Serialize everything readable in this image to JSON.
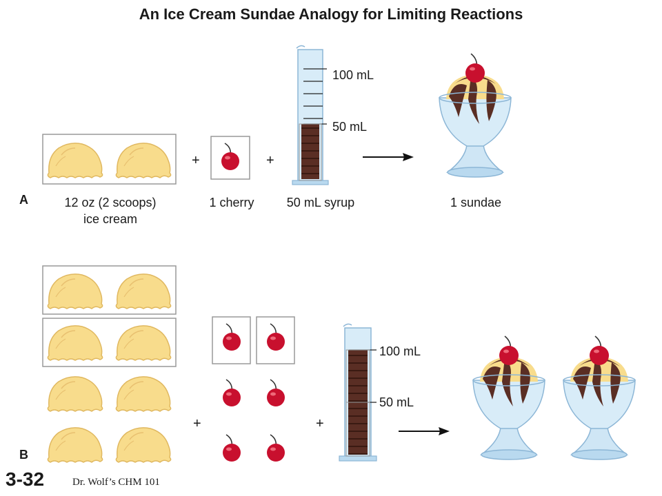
{
  "title": "An Ice Cream Sundae Analogy for Limiting Reactions",
  "part_a": {
    "panel_label": "A",
    "ice_cream_label_line1": "12 oz (2 scoops)",
    "ice_cream_label_line2": "ice cream",
    "cherry_label": "1 cherry",
    "syrup_label": "50 mL syrup",
    "sundae_label": "1 sundae",
    "cylinder_marks": [
      "100 mL",
      "50 mL"
    ],
    "plus": "+"
  },
  "part_b": {
    "panel_label": "B",
    "cylinder_marks": [
      "100 mL",
      "50 mL"
    ],
    "plus": "+"
  },
  "footer": {
    "slide_number": "3-32",
    "course": "Dr. Wolf’s CHM 101"
  },
  "colors": {
    "ice_cream": "#f8dc8c",
    "cherry": "#c8102e",
    "syrup": "#5a2e24",
    "glass": "#b9d9ef"
  }
}
